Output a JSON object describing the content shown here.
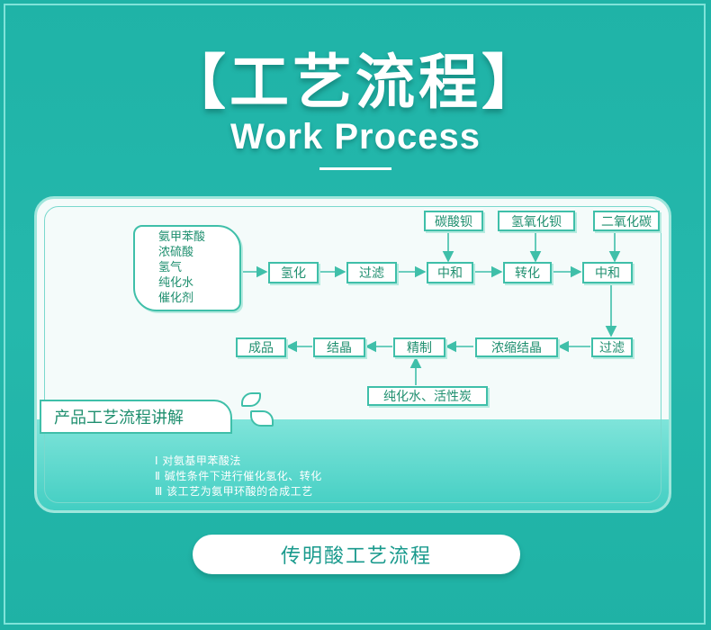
{
  "header": {
    "title": "【工艺流程】",
    "subtitle": "Work Process"
  },
  "flow": {
    "raw_materials": [
      "氨甲苯酸",
      "浓硫酸",
      "氢气",
      "纯化水",
      "催化剂"
    ],
    "steps": {
      "hydrogenation": "氢化",
      "filter1": "过滤",
      "neutralize1": "中和",
      "convert": "转化",
      "neutralize2": "中和",
      "filter2": "过滤",
      "concentrate": "浓缩结晶",
      "refine": "精制",
      "crystal": "结晶",
      "product": "成品"
    },
    "inputs": {
      "barium_carbonate": "碳酸钡",
      "barium_hydroxide": "氢氧化钡",
      "carbon_dioxide": "二氧化碳",
      "water_carbon": "纯化水、活性炭"
    }
  },
  "explain": {
    "label": "产品工艺流程讲解",
    "notes": [
      "Ⅰ 对氨基甲苯酸法",
      "Ⅱ 碱性条件下进行催化氢化、转化",
      "Ⅲ 该工艺为氨甲环酸的合成工艺"
    ]
  },
  "footer": {
    "button_label": "传明酸工艺流程"
  }
}
